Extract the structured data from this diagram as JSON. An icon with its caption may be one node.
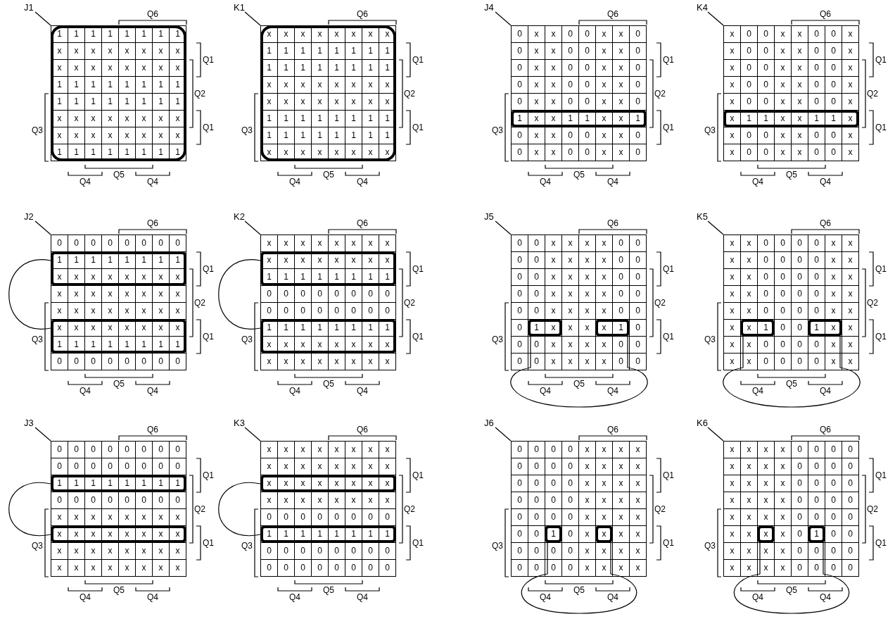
{
  "diagram": {
    "nodes": [
      {
        "text": [
          "J1"
        ]
      },
      {
        "text": [],
        "shape": "grid"
      },
      {
        "text": [],
        "shape": "box",
        "in": 1
      },
      {
        "text": [
          "K1"
        ]
      },
      {
        "text": [],
        "shape": "grid"
      },
      {
        "text": [],
        "shape": "box",
        "in": 4
      },
      {
        "text": [
          "J4"
        ]
      },
      {
        "text": [],
        "shape": "grid"
      },
      {
        "text": [],
        "shape": "box",
        "in": 7
      },
      {
        "text": [
          "K4"
        ]
      },
      {
        "text": [],
        "shape": "grid"
      },
      {
        "text": [],
        "shape": "box",
        "in": 10
      },
      {
        "text": [
          "J2"
        ]
      },
      {
        "text": [],
        "shape": "grid"
      },
      {
        "text": [],
        "shape": "box",
        "in": 13
      },
      {
        "text": [],
        "shape": "box",
        "in": 13
      },
      {
        "text": [
          "K2"
        ]
      },
      {
        "text": [],
        "shape": "grid"
      },
      {
        "text": [],
        "shape": "box",
        "in": 17
      },
      {
        "text": [],
        "shape": "box",
        "in": 17
      },
      {
        "text": [
          "J5"
        ]
      },
      {
        "text": [],
        "shape": "grid"
      },
      {
        "text": [],
        "shape": "box",
        "in": 21
      },
      {
        "text": [],
        "shape": "box",
        "in": 21
      },
      {
        "text": [
          "K5"
        ]
      },
      {
        "text": [],
        "shape": "grid"
      },
      {
        "text": [],
        "shape": "box",
        "in": 25
      },
      {
        "text": [],
        "shape": "box",
        "in": 25
      },
      {
        "text": [
          "J3"
        ]
      },
      {
        "text": [],
        "shape": "grid"
      },
      {
        "text": [],
        "shape": "box",
        "in": 29
      },
      {
        "text": [],
        "shape": "box",
        "in": 29
      },
      {
        "text": [
          "K3"
        ]
      },
      {
        "text": [],
        "shape": "grid"
      },
      {
        "text": [],
        "shape": "box",
        "in": 33
      },
      {
        "text": [],
        "shape": "box",
        "in": 33
      },
      {
        "text": [
          "J6"
        ]
      },
      {
        "text": [],
        "shape": "grid"
      },
      {
        "text": [],
        "shape": "box",
        "in": 37
      },
      {
        "text": [],
        "shape": "box",
        "in": 37
      },
      {
        "text": [
          "K6"
        ]
      },
      {
        "text": [],
        "shape": "grid"
      },
      {
        "text": [],
        "shape": "box",
        "in": 41
      },
      {
        "text": [],
        "shape": "box",
        "in": 41
      }
    ],
    "edges": [
      {
        "from": 0,
        "to": 1,
        "arrow": "none"
      },
      {
        "from": 3,
        "to": 4,
        "arrow": "none"
      },
      {
        "from": 6,
        "to": 7,
        "arrow": "none"
      },
      {
        "from": 9,
        "to": 10,
        "arrow": "none"
      },
      {
        "from": 12,
        "to": 13,
        "arrow": "none"
      },
      {
        "from": 14,
        "to": 15,
        "arrow": "none"
      },
      {
        "from": 16,
        "to": 17,
        "arrow": "none"
      },
      {
        "from": 18,
        "to": 19,
        "arrow": "none"
      },
      {
        "from": 20,
        "to": 21,
        "arrow": "none"
      },
      {
        "from": 22,
        "to": 23,
        "arrow": "none"
      },
      {
        "from": 24,
        "to": 25,
        "arrow": "none"
      },
      {
        "from": 26,
        "to": 27,
        "arrow": "none"
      },
      {
        "from": 28,
        "to": 29,
        "arrow": "none"
      },
      {
        "from": 30,
        "to": 31,
        "arrow": "none"
      },
      {
        "from": 32,
        "to": 33,
        "arrow": "none"
      },
      {
        "from": 34,
        "to": 35,
        "arrow": "none"
      },
      {
        "from": 36,
        "to": 37,
        "arrow": "none"
      },
      {
        "from": 38,
        "to": 39,
        "arrow": "none"
      },
      {
        "from": 40,
        "to": 41,
        "arrow": "none"
      },
      {
        "from": 42,
        "to": 43,
        "arrow": "none"
      }
    ],
    "labels": [
      "Q6",
      "1",
      "1",
      "1",
      "1",
      "1",
      "1",
      "1",
      "1",
      "x",
      "x",
      "x",
      "x",
      "x",
      "x",
      "x",
      "x",
      "x",
      "x",
      "x",
      "x",
      "x",
      "x",
      "x",
      "x",
      "1",
      "1",
      "1",
      "1",
      "1",
      "1",
      "1",
      "1",
      "1",
      "1",
      "1",
      "1",
      "1",
      "1",
      "1",
      "1",
      "x",
      "x",
      "x",
      "x",
      "x",
      "x",
      "x",
      "x",
      "x",
      "x",
      "x",
      "x",
      "x",
      "x",
      "x",
      "x",
      "1",
      "1",
      "1",
      "1",
      "1",
      "1",
      "1",
      "1",
      "Q1",
      "Q2",
      "Q3",
      "Q1",
      "Q5",
      "Q4",
      "Q4",
      "Q6",
      "x",
      "x",
      "x",
      "x",
      "x",
      "x",
      "x",
      "x",
      "1",
      "1",
      "1",
      "1",
      "1",
      "1",
      "1",
      "1",
      "1",
      "1",
      "1",
      "1",
      "1",
      "1",
      "1",
      "1",
      "x",
      "x",
      "x",
      "x",
      "x",
      "x",
      "x",
      "x",
      "x",
      "x",
      "x",
      "x",
      "x",
      "x",
      "x",
      "x",
      "1",
      "1",
      "1",
      "1",
      "1",
      "1",
      "1",
      "1",
      "1",
      "1",
      "1",
      "1",
      "1",
      "1",
      "1",
      "1",
      "x",
      "x",
      "x",
      "x",
      "x",
      "x",
      "x",
      "x",
      "Q1",
      "Q2",
      "Q3",
      "Q1",
      "Q5",
      "Q4",
      "Q4",
      "Q6",
      "0",
      "x",
      "x",
      "0",
      "0",
      "x",
      "x",
      "0",
      "0",
      "x",
      "x",
      "0",
      "0",
      "x",
      "x",
      "0",
      "0",
      "x",
      "x",
      "0",
      "0",
      "x",
      "x",
      "0",
      "0",
      "x",
      "x",
      "0",
      "0",
      "x",
      "x",
      "0",
      "0",
      "x",
      "x",
      "0",
      "0",
      "x",
      "x",
      "0",
      "1",
      "x",
      "x",
      "1",
      "1",
      "x",
      "x",
      "1",
      "0",
      "x",
      "x",
      "0",
      "0",
      "x",
      "x",
      "0",
      "0",
      "x",
      "x",
      "0",
      "0",
      "x",
      "x",
      "0",
      "Q1",
      "Q2",
      "Q3",
      "Q1",
      "Q5",
      "Q4",
      "Q4",
      "Q6",
      "x",
      "0",
      "0",
      "x",
      "x",
      "0",
      "0",
      "x",
      "x",
      "0",
      "0",
      "x",
      "x",
      "0",
      "0",
      "x",
      "x",
      "0",
      "0",
      "x",
      "x",
      "0",
      "0",
      "x",
      "x",
      "0",
      "0",
      "x",
      "x",
      "0",
      "0",
      "x",
      "x",
      "0",
      "0",
      "x",
      "x",
      "0",
      "0",
      "x",
      "x",
      "1",
      "1",
      "x",
      "x",
      "1",
      "1",
      "x",
      "x",
      "0",
      "0",
      "x",
      "x",
      "0",
      "0",
      "x",
      "x",
      "0",
      "0",
      "x",
      "x",
      "0",
      "0",
      "x",
      "Q1",
      "Q2",
      "Q3",
      "Q1",
      "Q5",
      "Q4",
      "Q4",
      "Q6",
      "0",
      "0",
      "0",
      "0",
      "0",
      "0",
      "0",
      "0",
      "1",
      "1",
      "1",
      "1",
      "1",
      "1",
      "1",
      "1",
      "x",
      "x",
      "x",
      "x",
      "x",
      "x",
      "x",
      "x",
      "x",
      "x",
      "x",
      "x",
      "x",
      "x",
      "x",
      "x",
      "x",
      "x",
      "x",
      "x",
      "x",
      "x",
      "x",
      "x",
      "x",
      "x",
      "x",
      "x",
      "x",
      "x",
      "x",
      "x",
      "1",
      "1",
      "1",
      "1",
      "1",
      "1",
      "1",
      "1",
      "0",
      "0",
      "0",
      "0",
      "0",
      "0",
      "0",
      "0",
      "Q1",
      "Q2",
      "Q3",
      "Q1",
      "Q5",
      "Q4",
      "Q4",
      "Q6",
      "x",
      "x",
      "x",
      "x",
      "x",
      "x",
      "x",
      "x",
      "x",
      "x",
      "x",
      "x",
      "x",
      "x",
      "x",
      "x",
      "1",
      "1",
      "1",
      "1",
      "1",
      "1",
      "1",
      "1",
      "0",
      "0",
      "0",
      "0",
      "0",
      "0",
      "0",
      "0",
      "0",
      "0",
      "0",
      "0",
      "0",
      "0",
      "0",
      "0",
      "1",
      "1",
      "1",
      "1",
      "1",
      "1",
      "1",
      "1",
      "x",
      "x",
      "x",
      "x",
      "x",
      "x",
      "x",
      "x",
      "x",
      "x",
      "x",
      "x",
      "x",
      "x",
      "x",
      "x",
      "Q1",
      "Q2",
      "Q3",
      "Q1",
      "Q5",
      "Q4",
      "Q4",
      "Q6",
      "0",
      "0",
      "x",
      "x",
      "x",
      "x",
      "0",
      "0",
      "0",
      "0",
      "x",
      "x",
      "x",
      "x",
      "0",
      "0",
      "0",
      "0",
      "x",
      "x",
      "x",
      "x",
      "0",
      "0",
      "0",
      "0",
      "x",
      "x",
      "x",
      "x",
      "0",
      "0",
      "0",
      "0",
      "x",
      "x",
      "x",
      "x",
      "0",
      "0",
      "0",
      "1",
      "x",
      "x",
      "x",
      "x",
      "1",
      "0",
      "0",
      "0",
      "x",
      "x",
      "x",
      "x",
      "0",
      "0",
      "0",
      "0",
      "x",
      "x",
      "x",
      "x",
      "0",
      "0",
      "Q1",
      "Q2",
      "Q3",
      "Q1",
      "Q5",
      "Q4",
      "Q4",
      "Q6",
      "x",
      "x",
      "0",
      "0",
      "0",
      "0",
      "x",
      "x",
      "x",
      "x",
      "0",
      "0",
      "0",
      "0",
      "x",
      "x",
      "x",
      "x",
      "0",
      "0",
      "0",
      "0",
      "x",
      "x",
      "x",
      "x",
      "0",
      "0",
      "0",
      "0",
      "x",
      "x",
      "x",
      "x",
      "0",
      "0",
      "0",
      "0",
      "x",
      "x",
      "x",
      "x",
      "1",
      "0",
      "0",
      "1",
      "x",
      "x",
      "x",
      "x",
      "0",
      "0",
      "0",
      "0",
      "x",
      "x",
      "x",
      "x",
      "0",
      "0",
      "0",
      "0",
      "x",
      "x",
      "Q1",
      "Q2",
      "Q3",
      "Q1",
      "Q5",
      "Q4",
      "Q4",
      "Q6",
      "0",
      "0",
      "0",
      "0",
      "0",
      "0",
      "0",
      "0",
      "0",
      "0",
      "0",
      "0",
      "0",
      "0",
      "0",
      "0",
      "1",
      "1",
      "1",
      "1",
      "1",
      "1",
      "1",
      "1",
      "0",
      "0",
      "0",
      "0",
      "0",
      "0",
      "0",
      "0",
      "x",
      "x",
      "x",
      "x",
      "x",
      "x",
      "x",
      "x",
      "x",
      "x",
      "x",
      "x",
      "x",
      "x",
      "x",
      "x",
      "x",
      "x",
      "x",
      "x",
      "x",
      "x",
      "x",
      "x",
      "x",
      "x",
      "x",
      "x",
      "x",
      "x",
      "x",
      "x",
      "Q1",
      "Q2",
      "Q3",
      "Q1",
      "Q5",
      "Q4",
      "Q4",
      "Q6",
      "x",
      "x",
      "x",
      "x",
      "x",
      "x",
      "x",
      "x",
      "x",
      "x",
      "x",
      "x",
      "x",
      "x",
      "x",
      "x",
      "x",
      "x",
      "x",
      "x",
      "x",
      "x",
      "x",
      "x",
      "x",
      "x",
      "x",
      "x",
      "x",
      "x",
      "x",
      "x",
      "0",
      "0",
      "0",
      "0",
      "0",
      "0",
      "0",
      "0",
      "1",
      "1",
      "1",
      "1",
      "1",
      "1",
      "1",
      "1",
      "0",
      "0",
      "0",
      "0",
      "0",
      "0",
      "0",
      "0",
      "0",
      "0",
      "0",
      "0",
      "0",
      "0",
      "0",
      "0",
      "Q1",
      "Q2",
      "Q3",
      "Q1",
      "Q5",
      "Q4",
      "Q4",
      "Q6",
      "0",
      "0",
      "0",
      "0",
      "x",
      "x",
      "x",
      "x",
      "0",
      "0",
      "0",
      "0",
      "x",
      "x",
      "x",
      "x",
      "0",
      "0",
      "0",
      "0",
      "x",
      "x",
      "x",
      "x",
      "0",
      "0",
      "0",
      "0",
      "x",
      "x",
      "x",
      "x",
      "0",
      "0",
      "0",
      "0",
      "x",
      "x",
      "x",
      "x",
      "0",
      "0",
      "1",
      "0",
      "x",
      "x",
      "x",
      "x",
      "0",
      "0",
      "0",
      "0",
      "x",
      "x",
      "x",
      "x",
      "0",
      "0",
      "0",
      "0",
      "x",
      "x",
      "x",
      "x",
      "Q1",
      "Q2",
      "Q3",
      "Q1",
      "Q5",
      "Q4",
      "Q4",
      "Q6",
      "x",
      "x",
      "x",
      "x",
      "0",
      "0",
      "0",
      "0",
      "x",
      "x",
      "x",
      "x",
      "0",
      "0",
      "0",
      "0",
      "x",
      "x",
      "x",
      "x",
      "0",
      "0",
      "0",
      "0",
      "x",
      "x",
      "x",
      "x",
      "0",
      "0",
      "0",
      "0",
      "x",
      "x",
      "x",
      "x",
      "0",
      "0",
      "0",
      "0",
      "x",
      "x",
      "x",
      "x",
      "0",
      "1",
      "0",
      "0",
      "x",
      "x",
      "x",
      "x",
      "0",
      "0",
      "0",
      "0",
      "x",
      "x",
      "x",
      "x",
      "0",
      "0",
      "0",
      "0",
      "Q1",
      "Q2",
      "Q3",
      "Q1",
      "Q5",
      "Q4",
      "Q4"
    ]
  }
}
